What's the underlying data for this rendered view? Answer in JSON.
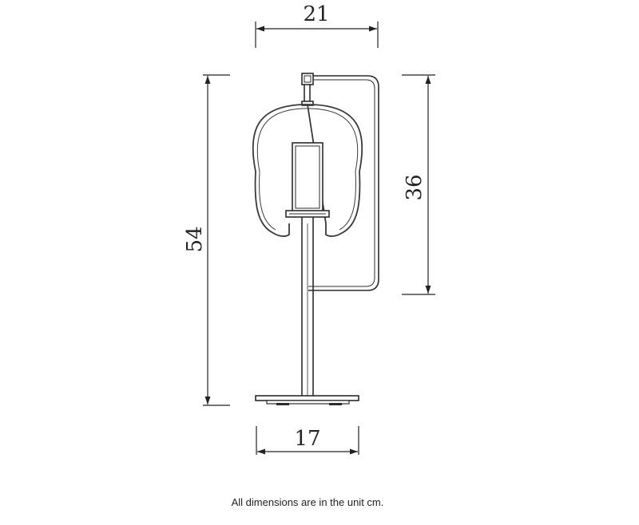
{
  "dimensions": {
    "top_width": "21",
    "total_height": "54",
    "arm_height": "36",
    "base_width": "17"
  },
  "footnote": "All dimensions are in the unit cm.",
  "colors": {
    "line": "#2b2b2b",
    "glass": "#3a3a3a"
  }
}
